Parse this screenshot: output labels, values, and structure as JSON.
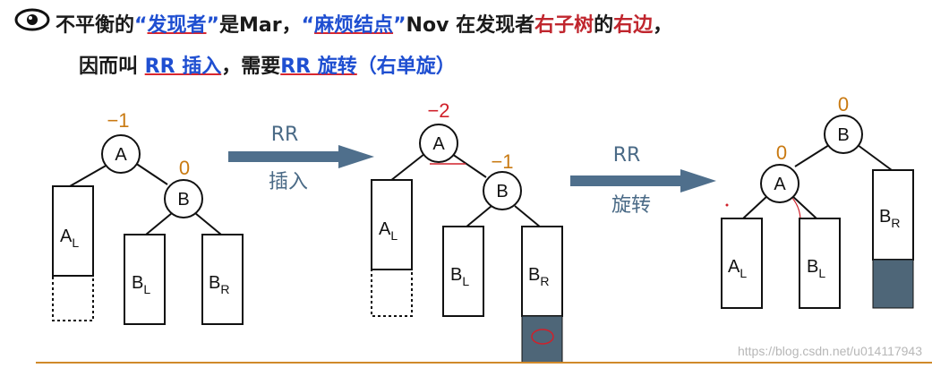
{
  "header": {
    "line1": {
      "p1": "不平衡的",
      "q_open1": "“",
      "discoverer": "发现者",
      "q_close1": "”",
      "p2": "是",
      "mar": "Mar",
      "comma": "，",
      "q_open2": "“",
      "trouble_node": "麻烦结点",
      "q_close2": "”",
      "nov": "Nov",
      "p3": " 在发现者",
      "right1": "右子树",
      "p4": "的",
      "right2": "右边",
      "end": "，"
    },
    "line2": {
      "p1": "因而叫 ",
      "rr_insert": "RR 插入",
      "p2": "，需要",
      "rr_rotate": "RR 旋转",
      "p3": "（右单旋）"
    }
  },
  "diagram": {
    "stage1": {
      "node_a": "A",
      "node_b": "B",
      "bf_a": "−1",
      "bf_b": "0",
      "al": "A",
      "al_sub": "L",
      "bl": "B",
      "bl_sub": "L",
      "br": "B",
      "br_sub": "R"
    },
    "arrow1": {
      "label1": "RR",
      "label2": "插入"
    },
    "stage2": {
      "node_a": "A",
      "node_b": "B",
      "bf_a": "−2",
      "bf_b": "−1",
      "al": "A",
      "al_sub": "L",
      "bl": "B",
      "bl_sub": "L",
      "br": "B",
      "br_sub": "R"
    },
    "arrow2": {
      "label1": "RR",
      "label2": "旋转"
    },
    "stage3": {
      "node_a": "A",
      "node_b": "B",
      "bf_a": "0",
      "bf_b": "0",
      "al": "A",
      "al_sub": "L",
      "bl": "B",
      "bl_sub": "L",
      "br": "B",
      "br_sub": "R"
    }
  },
  "watermark": "https://blog.csdn.net/u014117943",
  "colors": {
    "arrow": "#4f6f8c",
    "balance_factor": "#c97a12",
    "alert": "#d0202a",
    "filled_block": "#4e6678",
    "baseline": "#d08a2a"
  }
}
